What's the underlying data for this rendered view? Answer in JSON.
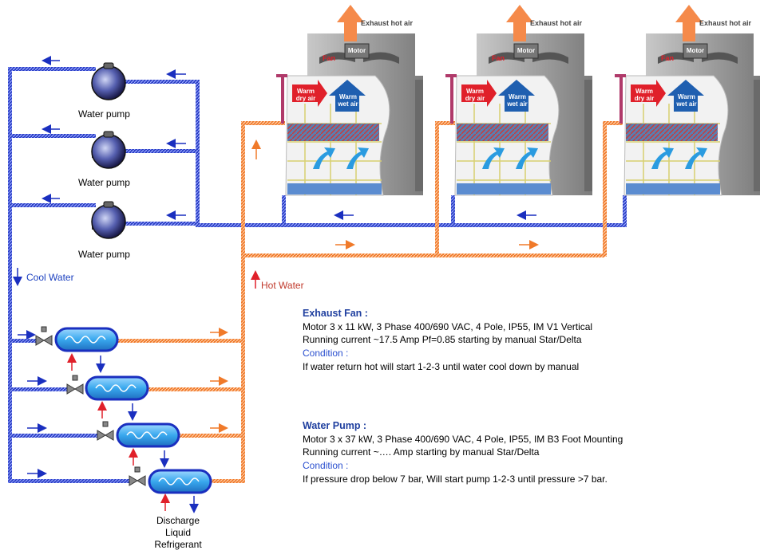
{
  "pumps": {
    "label_1": "Water pump",
    "label_2": "Water pump",
    "label_3": "Water pump"
  },
  "flows": {
    "cool_water": "Cool Water",
    "hot_water": "Hot Water"
  },
  "condenser": {
    "discharge_label": "Discharge\nLiquid\nRefrigerant"
  },
  "towers": [
    {
      "exhaust": "Exhaust hot air",
      "fan": "Fan",
      "motor": "Motor",
      "warm_dry": "Warm\ndry air",
      "warm_wet": "Warm\nwet air"
    },
    {
      "exhaust": "Exhaust hot air",
      "fan": "Fan",
      "motor": "Motor",
      "warm_dry": "Warm\ndry air",
      "warm_wet": "Warm\nwet air"
    },
    {
      "exhaust": "Exhaust hot air",
      "fan": "Fan",
      "motor": "Motor",
      "warm_dry": "Warm\ndry air",
      "warm_wet": "Warm\nwet air"
    }
  ],
  "exhaust_fan": {
    "title": "Exhaust Fan :",
    "spec": "Motor 3 x 11 kW, 3 Phase 400/690 VAC,  4 Pole, IP55, IM V1 Vertical",
    "running": "Running current ~17.5 Amp Pf=0.85 starting by manual Star/Delta",
    "condition_label": "Condition :",
    "condition": "If water return hot will start 1-2-3 until water cool down by manual"
  },
  "water_pump": {
    "title": "Water Pump :",
    "spec": "Motor 3 x 37 kW, 3 Phase 400/690 VAC,  4 Pole, IP55, IM B3 Foot Mounting",
    "running": "Running current ~…. Amp starting by manual Star/Delta",
    "condition_label": "Condition :",
    "condition": "If pressure drop below 7 bar, Will start pump 1-2-3 until pressure >7 bar."
  },
  "colors": {
    "cool_pipe": "#2b3fc4",
    "hot_pipe": "#f07a2a",
    "tower_gray": "#9a9a9a",
    "arrow_red": "#e0202a",
    "arrow_blue": "#1f5fb0",
    "exhaust_orange": "#f58a4a"
  }
}
